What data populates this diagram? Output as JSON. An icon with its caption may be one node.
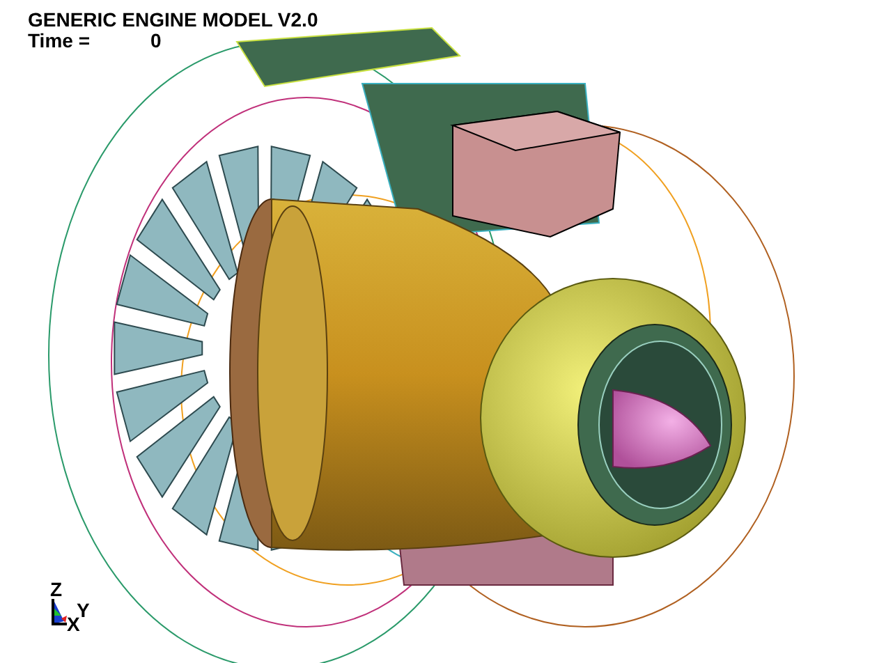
{
  "diagram": {
    "title": "GENERIC ENGINE MODEL V2.0",
    "labels": [
      "Time =",
      "0",
      "Z",
      "Y",
      "X"
    ]
  }
}
